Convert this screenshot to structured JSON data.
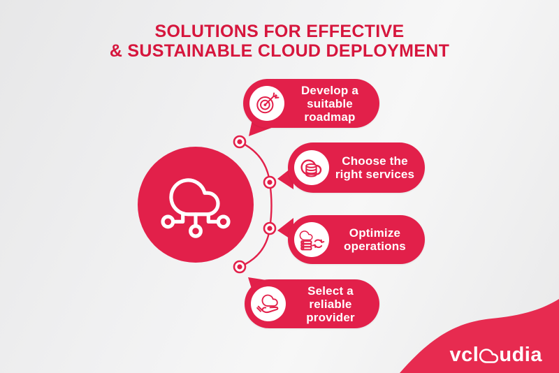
{
  "title": {
    "line1": "SOLUTIONS FOR EFFECTIVE",
    "line2": "& SUSTAINABLE CLOUD DEPLOYMENT"
  },
  "steps": [
    {
      "id": 1,
      "label": "Develop a\nsuitable\nroadmap",
      "icon": "target-dart-icon"
    },
    {
      "id": 2,
      "label": "Choose the\nright services",
      "icon": "cloud-database-icon"
    },
    {
      "id": 3,
      "label": "Optimize\noperations",
      "icon": "cloud-sync-icon"
    },
    {
      "id": 4,
      "label": "Select a\nreliable\nprovider",
      "icon": "hand-cloud-icon"
    }
  ],
  "hub": {
    "icon": "cloud-network-icon"
  },
  "logo": {
    "prefix": "vcl",
    "suffix": "udia",
    "icon": "cloud-o-icon"
  },
  "colors": {
    "primary_red": "#e2204a",
    "title_red": "#d6163d",
    "corner_red": "#e72b50",
    "text_white": "#ffffff",
    "background_gray": "#ededee"
  }
}
